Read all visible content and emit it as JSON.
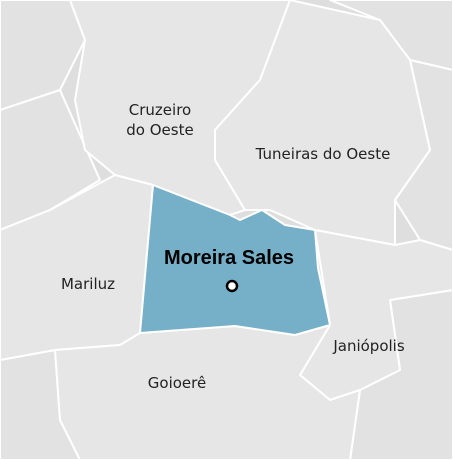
{
  "map": {
    "colors": {
      "background_land": "#dcdcdc",
      "neighbor_fill": "#e4e4e4",
      "highlight_fill": "#76b0c8",
      "border": "#ffffff"
    },
    "highlight": {
      "name": "Moreira Sales",
      "marker": "seat-marker"
    },
    "neighbors": [
      {
        "key": "cruzeiro",
        "line1": "Cruzeiro",
        "line2": "do Oeste"
      },
      {
        "key": "tuneiras",
        "line1": "Tuneiras do Oeste"
      },
      {
        "key": "mariluz",
        "line1": "Mariluz"
      },
      {
        "key": "janiopolis",
        "line1": "Janiópolis"
      },
      {
        "key": "goioere",
        "line1": "Goioerê"
      }
    ]
  }
}
